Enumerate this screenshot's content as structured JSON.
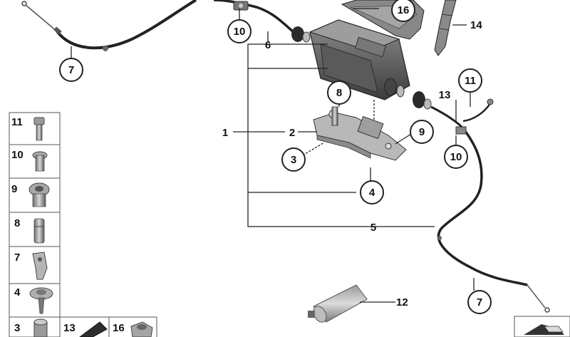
{
  "diagram": {
    "callouts": {
      "c1": "1",
      "c2": "2",
      "c3": "3",
      "c4": "4",
      "c5": "5",
      "c6": "6",
      "c7a": "7",
      "c7b": "7",
      "c8": "8",
      "c9": "9",
      "c10a": "10",
      "c10b": "10",
      "c11": "11",
      "c12": "12",
      "c13": "13",
      "c14": "14",
      "c16": "16"
    },
    "kit": {
      "k11": "11",
      "k10": "10",
      "k9": "9",
      "k8": "8",
      "k7": "7",
      "k4": "4",
      "k3": "3",
      "k13": "13",
      "k16": "16"
    }
  }
}
